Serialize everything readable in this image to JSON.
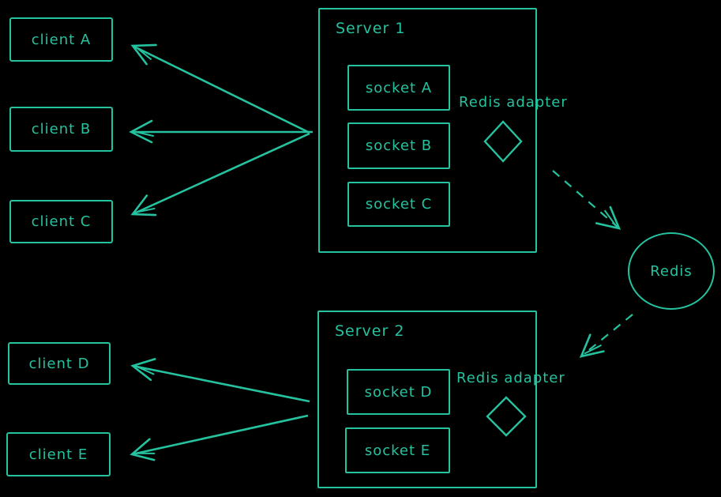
{
  "diagram": {
    "background": "#000000",
    "stroke_color": "#25c2a0",
    "type": "socketio-redis-adapter-architecture"
  },
  "clients": [
    {
      "label": "client A"
    },
    {
      "label": "client B"
    },
    {
      "label": "client C"
    },
    {
      "label": "client D"
    },
    {
      "label": "client E"
    }
  ],
  "servers": [
    {
      "title": "Server 1",
      "adapter_label": "Redis adapter",
      "sockets": [
        {
          "label": "socket A"
        },
        {
          "label": "socket B"
        },
        {
          "label": "socket C"
        }
      ]
    },
    {
      "title": "Server 2",
      "adapter_label": "Redis adapter",
      "sockets": [
        {
          "label": "socket D"
        },
        {
          "label": "socket E"
        }
      ]
    }
  ],
  "redis": {
    "label": "Redis"
  },
  "connections": {
    "solid_arrows": [
      "Server 1 -> client A",
      "Server 1 -> client B",
      "Server 1 -> client C",
      "Server 2 -> client D",
      "Server 2 -> client E"
    ],
    "dashed_arrows": [
      "Server 1 adapter -> Redis",
      "Redis -> Server 2 adapter"
    ]
  }
}
